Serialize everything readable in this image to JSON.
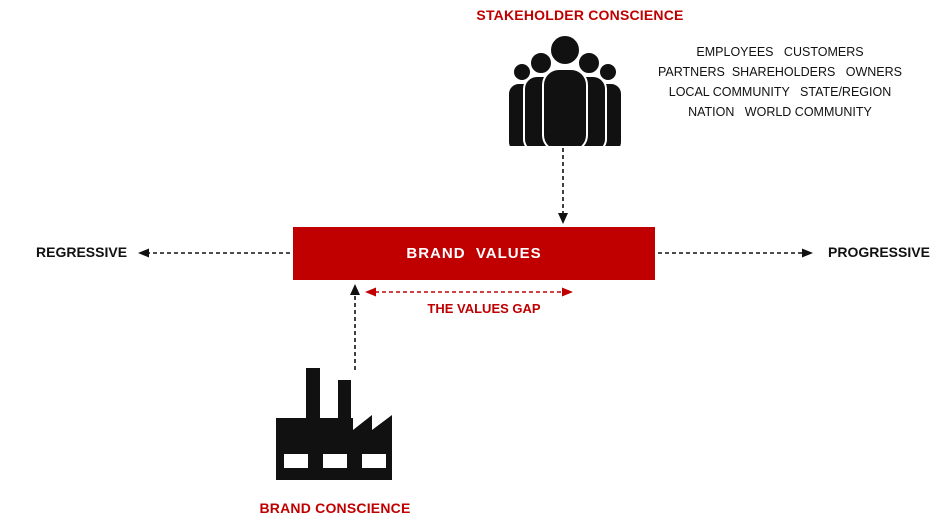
{
  "colors": {
    "accent_red": "#c00000",
    "ink_black": "#111111",
    "background": "#ffffff"
  },
  "icons": {
    "stakeholder_icon": "people-group-icon",
    "brand_icon": "factory-icon"
  },
  "stakeholder": {
    "title": "STAKEHOLDER CONSCIENCE",
    "list_lines": {
      "0": "EMPLOYEES   CUSTOMERS",
      "1": "PARTNERS  SHAREHOLDERS   OWNERS",
      "2": "LOCAL COMMUNITY   STATE/REGION",
      "3": "NATION   WORLD COMMUNITY"
    }
  },
  "axis": {
    "left_label": "REGRESSIVE",
    "right_label": "PROGRESSIVE"
  },
  "brand_values": {
    "label": "BRAND  VALUES"
  },
  "values_gap": {
    "label": "THE VALUES GAP"
  },
  "brand_conscience": {
    "title": "BRAND CONSCIENCE"
  }
}
